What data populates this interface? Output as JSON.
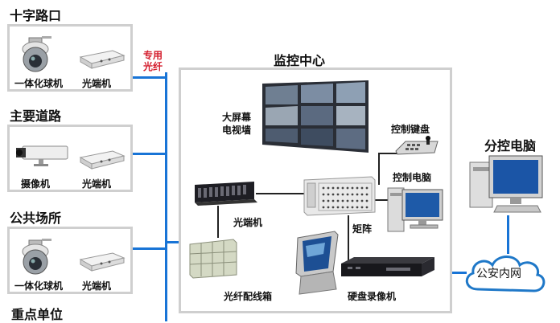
{
  "sites": [
    {
      "title": "十字路口",
      "devices": [
        "一体化球机",
        "光端机"
      ]
    },
    {
      "title": "主要道路",
      "devices": [
        "摄像机",
        "光端机"
      ]
    },
    {
      "title": "公共场所",
      "devices": [
        "一体化球机",
        "光端机"
      ]
    },
    {
      "title": "重点单位",
      "devices": []
    }
  ],
  "fiber_label": [
    "专用",
    "光纤"
  ],
  "center": {
    "title": "监控中心",
    "video_wall": [
      "大屏幕",
      "电视墙"
    ],
    "optical_terminal": "光端机",
    "fiber_box": "光纤配线箱",
    "matrix": "矩阵",
    "keyboard": "控制键盘",
    "control_pc": "控制电脑",
    "dvr": "硬盘录像机"
  },
  "remote_pc": "分控电脑",
  "network": "公安内网",
  "colors": {
    "fiber": "#1874d6",
    "fiber_label": "#d41c2c",
    "panel_border": "#cfcfcf",
    "cloud": "#1f78c8"
  }
}
